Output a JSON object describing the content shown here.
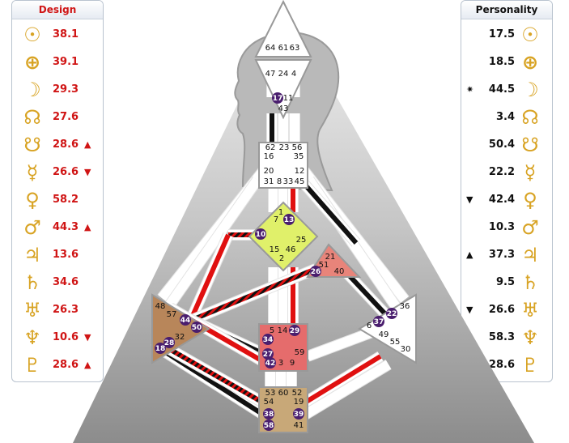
{
  "design": {
    "title": "Design",
    "rows": [
      {
        "planet": "sun-icon",
        "glyph": "☉",
        "value": "38.1",
        "marker": ""
      },
      {
        "planet": "earth-icon",
        "glyph": "⊕",
        "value": "39.1",
        "marker": ""
      },
      {
        "planet": "moon-icon",
        "glyph": "☽",
        "value": "29.3",
        "marker": ""
      },
      {
        "planet": "north-node-icon",
        "glyph": "☊",
        "value": "27.6",
        "marker": ""
      },
      {
        "planet": "south-node-icon",
        "glyph": "☋",
        "value": "28.6",
        "marker": "▲"
      },
      {
        "planet": "mercury-icon",
        "glyph": "☿",
        "value": "26.6",
        "marker": "▼"
      },
      {
        "planet": "venus-icon",
        "glyph": "♀",
        "value": "58.2",
        "marker": ""
      },
      {
        "planet": "mars-icon",
        "glyph": "♂",
        "value": "44.3",
        "marker": "▲"
      },
      {
        "planet": "jupiter-icon",
        "glyph": "♃",
        "value": "13.6",
        "marker": ""
      },
      {
        "planet": "saturn-icon",
        "glyph": "♄",
        "value": "34.6",
        "marker": ""
      },
      {
        "planet": "uranus-icon",
        "glyph": "♅",
        "value": "26.3",
        "marker": ""
      },
      {
        "planet": "neptune-icon",
        "glyph": "♆",
        "value": "10.6",
        "marker": "▼"
      },
      {
        "planet": "pluto-icon",
        "glyph": "♇",
        "value": "28.6",
        "marker": "▲"
      }
    ]
  },
  "personality": {
    "title": "Personality",
    "rows": [
      {
        "planet": "sun-icon",
        "glyph": "☉",
        "value": "17.5",
        "marker": ""
      },
      {
        "planet": "earth-icon",
        "glyph": "⊕",
        "value": "18.5",
        "marker": ""
      },
      {
        "planet": "moon-icon",
        "glyph": "☽",
        "value": "44.5",
        "marker": "✷"
      },
      {
        "planet": "north-node-icon",
        "glyph": "☊",
        "value": "3.4",
        "marker": ""
      },
      {
        "planet": "south-node-icon",
        "glyph": "☋",
        "value": "50.4",
        "marker": ""
      },
      {
        "planet": "mercury-icon",
        "glyph": "☿",
        "value": "22.2",
        "marker": ""
      },
      {
        "planet": "venus-icon",
        "glyph": "♀",
        "value": "42.4",
        "marker": "▼"
      },
      {
        "planet": "mars-icon",
        "glyph": "♂",
        "value": "10.3",
        "marker": ""
      },
      {
        "planet": "jupiter-icon",
        "glyph": "♃",
        "value": "37.3",
        "marker": "▲"
      },
      {
        "planet": "saturn-icon",
        "glyph": "♄",
        "value": "9.5",
        "marker": ""
      },
      {
        "planet": "uranus-icon",
        "glyph": "♅",
        "value": "26.6",
        "marker": "▼"
      },
      {
        "planet": "neptune-icon",
        "glyph": "♆",
        "value": "58.3",
        "marker": ""
      },
      {
        "planet": "pluto-icon",
        "glyph": "♇",
        "value": "28.6",
        "marker": "▲"
      }
    ]
  },
  "bodygraph": {
    "head_gates": [
      "64",
      "61",
      "63"
    ],
    "ajna_gates_top": [
      "47",
      "24",
      "4"
    ],
    "ajna_gates_bottom": [
      "17",
      "11",
      "43"
    ],
    "throat_gates": [
      "62",
      "23",
      "56",
      "16",
      "35",
      "20",
      "12",
      "31",
      "8",
      "33",
      "45"
    ],
    "g_gates": [
      "1",
      "7",
      "13",
      "10",
      "25",
      "15",
      "46",
      "2"
    ],
    "ego_gates": [
      "21",
      "51",
      "26",
      "40"
    ],
    "spleen_gates": [
      "48",
      "57",
      "44",
      "50",
      "32",
      "28",
      "18"
    ],
    "sacral_gates": [
      "5",
      "14",
      "29",
      "34",
      "27",
      "59",
      "42",
      "3",
      "9"
    ],
    "solar_gates": [
      "36",
      "37",
      "22",
      "6",
      "49",
      "55",
      "30"
    ],
    "root_gates": [
      "53",
      "60",
      "52",
      "54",
      "19",
      "38",
      "39",
      "58",
      "41"
    ],
    "colors": {
      "design": "#e01010",
      "personality": "#111111",
      "defined_g": "#e0f06a",
      "defined_ego": "#e8847a",
      "defined_sacral": "#e56c6c",
      "defined_spleen": "#b8865a",
      "defined_root": "#c8a878",
      "active_gate": "#4a1e6e"
    }
  }
}
